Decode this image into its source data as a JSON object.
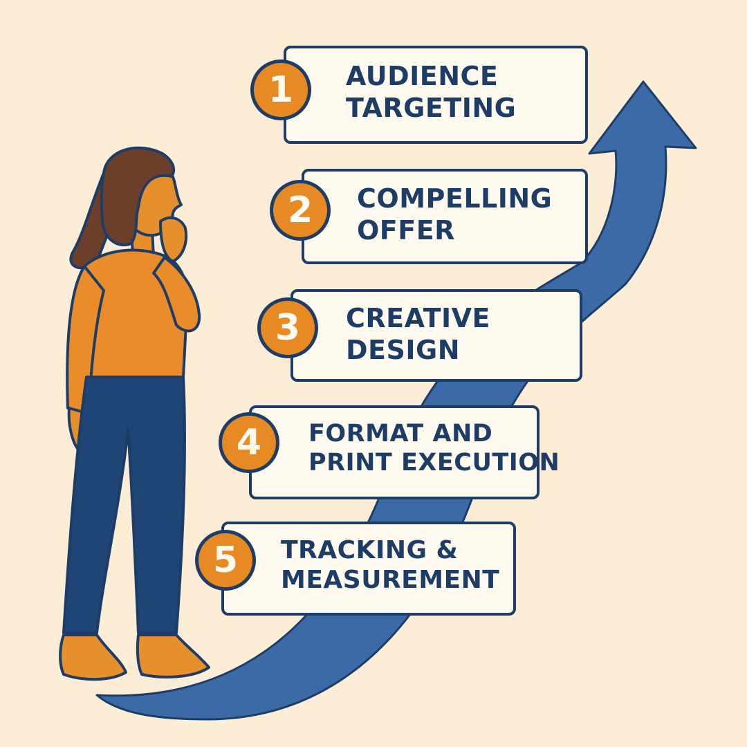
{
  "colors": {
    "background": "#fbedd6",
    "accent_orange": "#e88a23",
    "navy": "#1d3d66",
    "arrow_blue": "#3b6aa6",
    "box_fill": "#fffaf0"
  },
  "steps": [
    {
      "number": "1",
      "line1": "AUDIENCE",
      "line2": "TARGETING"
    },
    {
      "number": "2",
      "line1": "COMPELLING",
      "line2": "OFFER"
    },
    {
      "number": "3",
      "line1": "CREATIVE",
      "line2": "DESIGN"
    },
    {
      "number": "4",
      "line1": "FORMAT AND",
      "line2": "PRINT EXECUTION"
    },
    {
      "number": "5",
      "line1": "TRACKING &",
      "line2": "MEASUREMENT"
    }
  ],
  "icons": {
    "arrow": "curved-up-arrow-icon",
    "person": "thinking-woman-illustration"
  }
}
